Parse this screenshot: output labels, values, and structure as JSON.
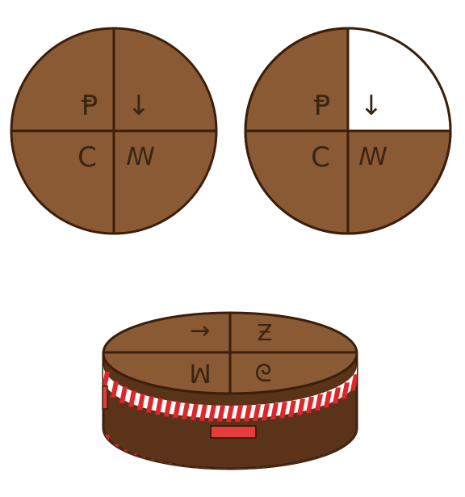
{
  "palette": {
    "wood": "#8a5a35",
    "wood_dark": "#5a3216",
    "outline": "#3b1f0b",
    "side_band": "#5b3318",
    "stripe_red": "#e0262b",
    "stripe_white": "#ffffff",
    "highlight": "#ffffff",
    "plate": "#e53c3c"
  },
  "puzzle": {
    "left_disc": {
      "symbols": [
        {
          "quadrant": "top-left",
          "glyph": "Ᵽ",
          "icon": "s-rune-icon"
        },
        {
          "quadrant": "top-right",
          "glyph": "↓",
          "icon": "down-arrow-icon"
        },
        {
          "quadrant": "bottom-left",
          "glyph": "C",
          "icon": "c-rune-icon"
        },
        {
          "quadrant": "bottom-right",
          "glyph": "ꟿ",
          "icon": "zigzag-rune-icon"
        }
      ],
      "highlighted_quadrant": ""
    },
    "right_disc": {
      "symbols": [
        {
          "quadrant": "top-left",
          "glyph": "Ᵽ",
          "icon": "s-rune-icon"
        },
        {
          "quadrant": "top-right",
          "glyph": "↓",
          "icon": "down-arrow-icon"
        },
        {
          "quadrant": "bottom-left",
          "glyph": "C",
          "icon": "c-rune-icon"
        },
        {
          "quadrant": "bottom-right",
          "glyph": "ꟿ",
          "icon": "zigzag-rune-icon"
        }
      ],
      "highlighted_quadrant": "top-right"
    },
    "drum": {
      "symbols": [
        {
          "quadrant": "top-left",
          "glyph": "→",
          "icon": "right-arrow-icon"
        },
        {
          "quadrant": "top-right",
          "glyph": "Ƶ",
          "icon": "z-rune-icon"
        },
        {
          "quadrant": "bottom-left",
          "glyph": "ꟽ",
          "icon": "m-rune-icon"
        },
        {
          "quadrant": "bottom-right",
          "glyph": "ᘓ",
          "icon": "curl-rune-icon"
        }
      ]
    }
  }
}
